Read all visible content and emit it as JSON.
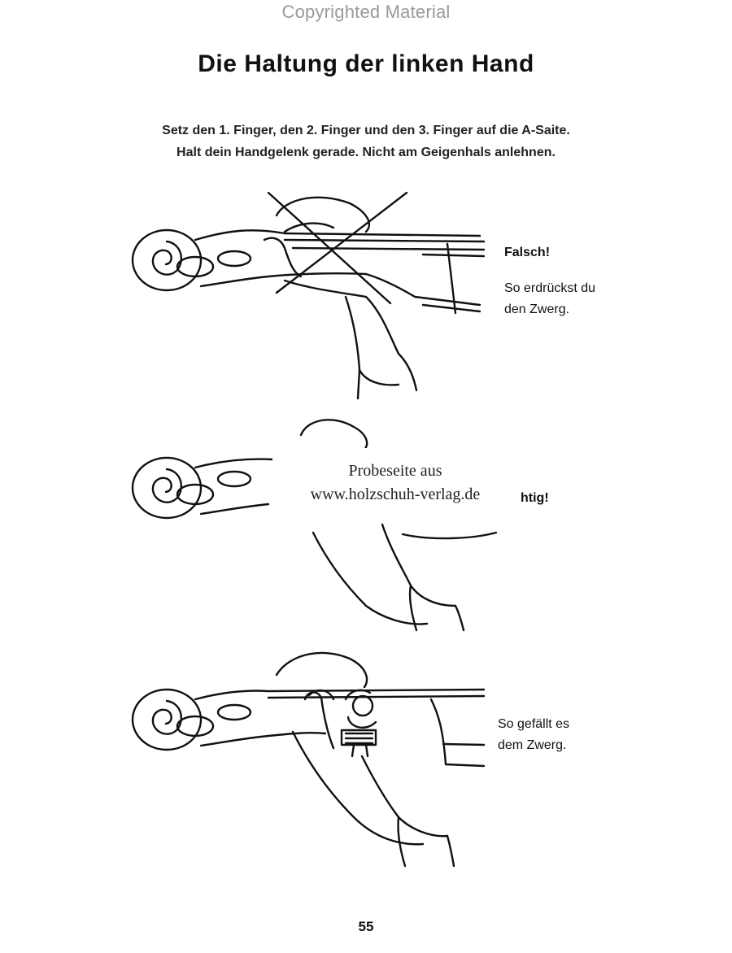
{
  "header": {
    "copyright": "Copyrighted Material"
  },
  "page": {
    "title": "Die Haltung der linken Hand",
    "instructions": [
      "Setz den 1. Finger, den 2. Finger und den 3. Finger auf die A-Saite.",
      "Halt dein Handgelenk gerade. Nicht am Geigenhals anlehnen."
    ],
    "page_number": "55"
  },
  "figures": [
    {
      "label": "Falsch!",
      "caption_lines": [
        "So erdrückst du",
        "den Zwerg."
      ]
    },
    {
      "label_fragment": "htig!"
    },
    {
      "caption_lines": [
        "So gefällt es",
        "dem Zwerg."
      ]
    }
  ],
  "watermark": {
    "lines": [
      "Probeseite aus",
      "www.holzschuh-verlag.de"
    ]
  }
}
